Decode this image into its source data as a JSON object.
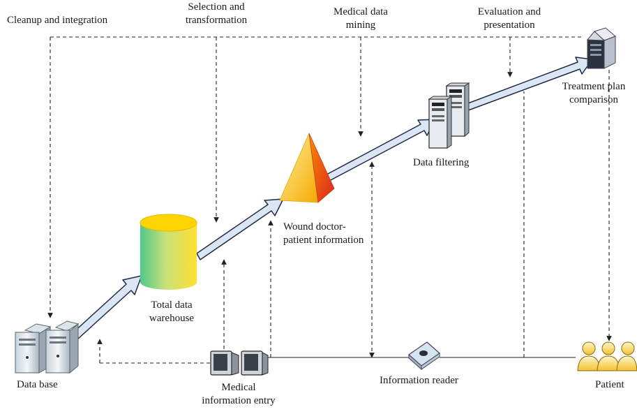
{
  "stages": {
    "cleanup": "Cleanup and integration",
    "selection": [
      "Selection and",
      "transformation"
    ],
    "mining": [
      "Medical data",
      "mining"
    ],
    "evaluation": [
      "Evaluation and",
      "presentation"
    ]
  },
  "nodes": {
    "database": "Data base",
    "warehouse": [
      "Total data",
      "warehouse"
    ],
    "wound": [
      "Wound doctor-",
      "patient information"
    ],
    "filtering": "Data filtering",
    "treatment": [
      "Treatment plan",
      "comparison"
    ],
    "entry": [
      "Medical",
      "information entry"
    ],
    "reader": "Information reader",
    "patient": "Patient"
  },
  "colors": {
    "arrow_fill": "#dbe6f5",
    "arrow_stroke": "#1f2a44",
    "line": "#222222"
  }
}
